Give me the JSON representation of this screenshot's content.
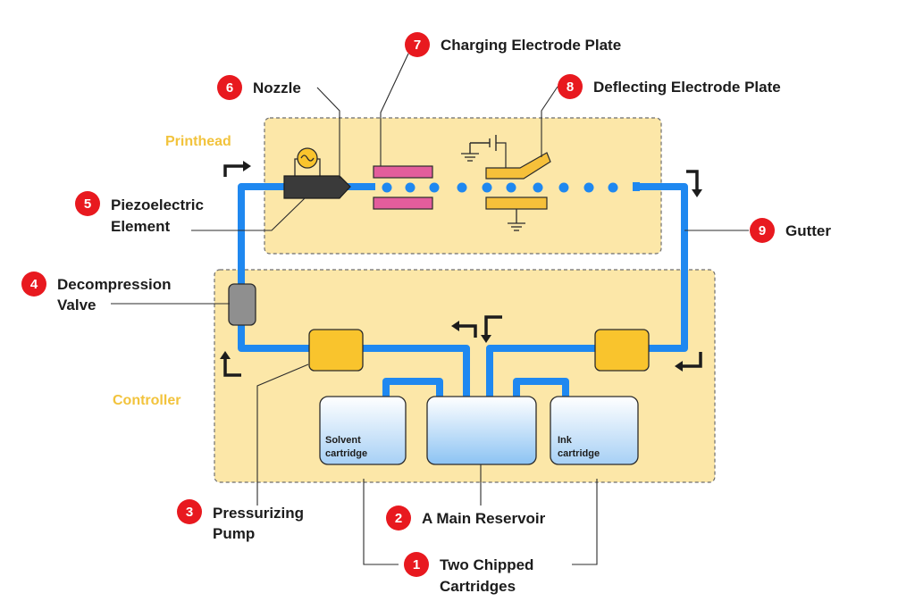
{
  "areas": {
    "printhead": "Printhead",
    "controller": "Controller"
  },
  "colors": {
    "panel": "#fce7a8",
    "tube": "#1f88f0",
    "badge": "#e8191f",
    "component": "#f9c42d",
    "electrode_pink": "#e35d9c",
    "electrode_yellow": "#f6c03a",
    "valve": "#8f8f8f",
    "nozzle": "#3a3a3a"
  },
  "callouts": [
    {
      "number": "1",
      "line1": "Two Chipped",
      "line2": "Cartridges"
    },
    {
      "number": "2",
      "line1": "A Main Reservoir",
      "line2": ""
    },
    {
      "number": "3",
      "line1": "Pressurizing",
      "line2": "Pump"
    },
    {
      "number": "4",
      "line1": "Decompression",
      "line2": "Valve"
    },
    {
      "number": "5",
      "line1": "Piezoelectric",
      "line2": "Element"
    },
    {
      "number": "6",
      "line1": "Nozzle",
      "line2": ""
    },
    {
      "number": "7",
      "line1": "Charging Electrode Plate",
      "line2": ""
    },
    {
      "number": "8",
      "line1": "Deflecting Electrode Plate",
      "line2": ""
    },
    {
      "number": "9",
      "line1": "Gutter",
      "line2": ""
    }
  ],
  "cartridges": {
    "solvent": {
      "line1": "Solvent",
      "line2": "cartridge"
    },
    "ink": {
      "line1": "Ink",
      "line2": "cartridge"
    }
  },
  "icons": [
    "sine-wave-icon",
    "battery-icon",
    "ground-icon",
    "flow-arrow-icon"
  ]
}
